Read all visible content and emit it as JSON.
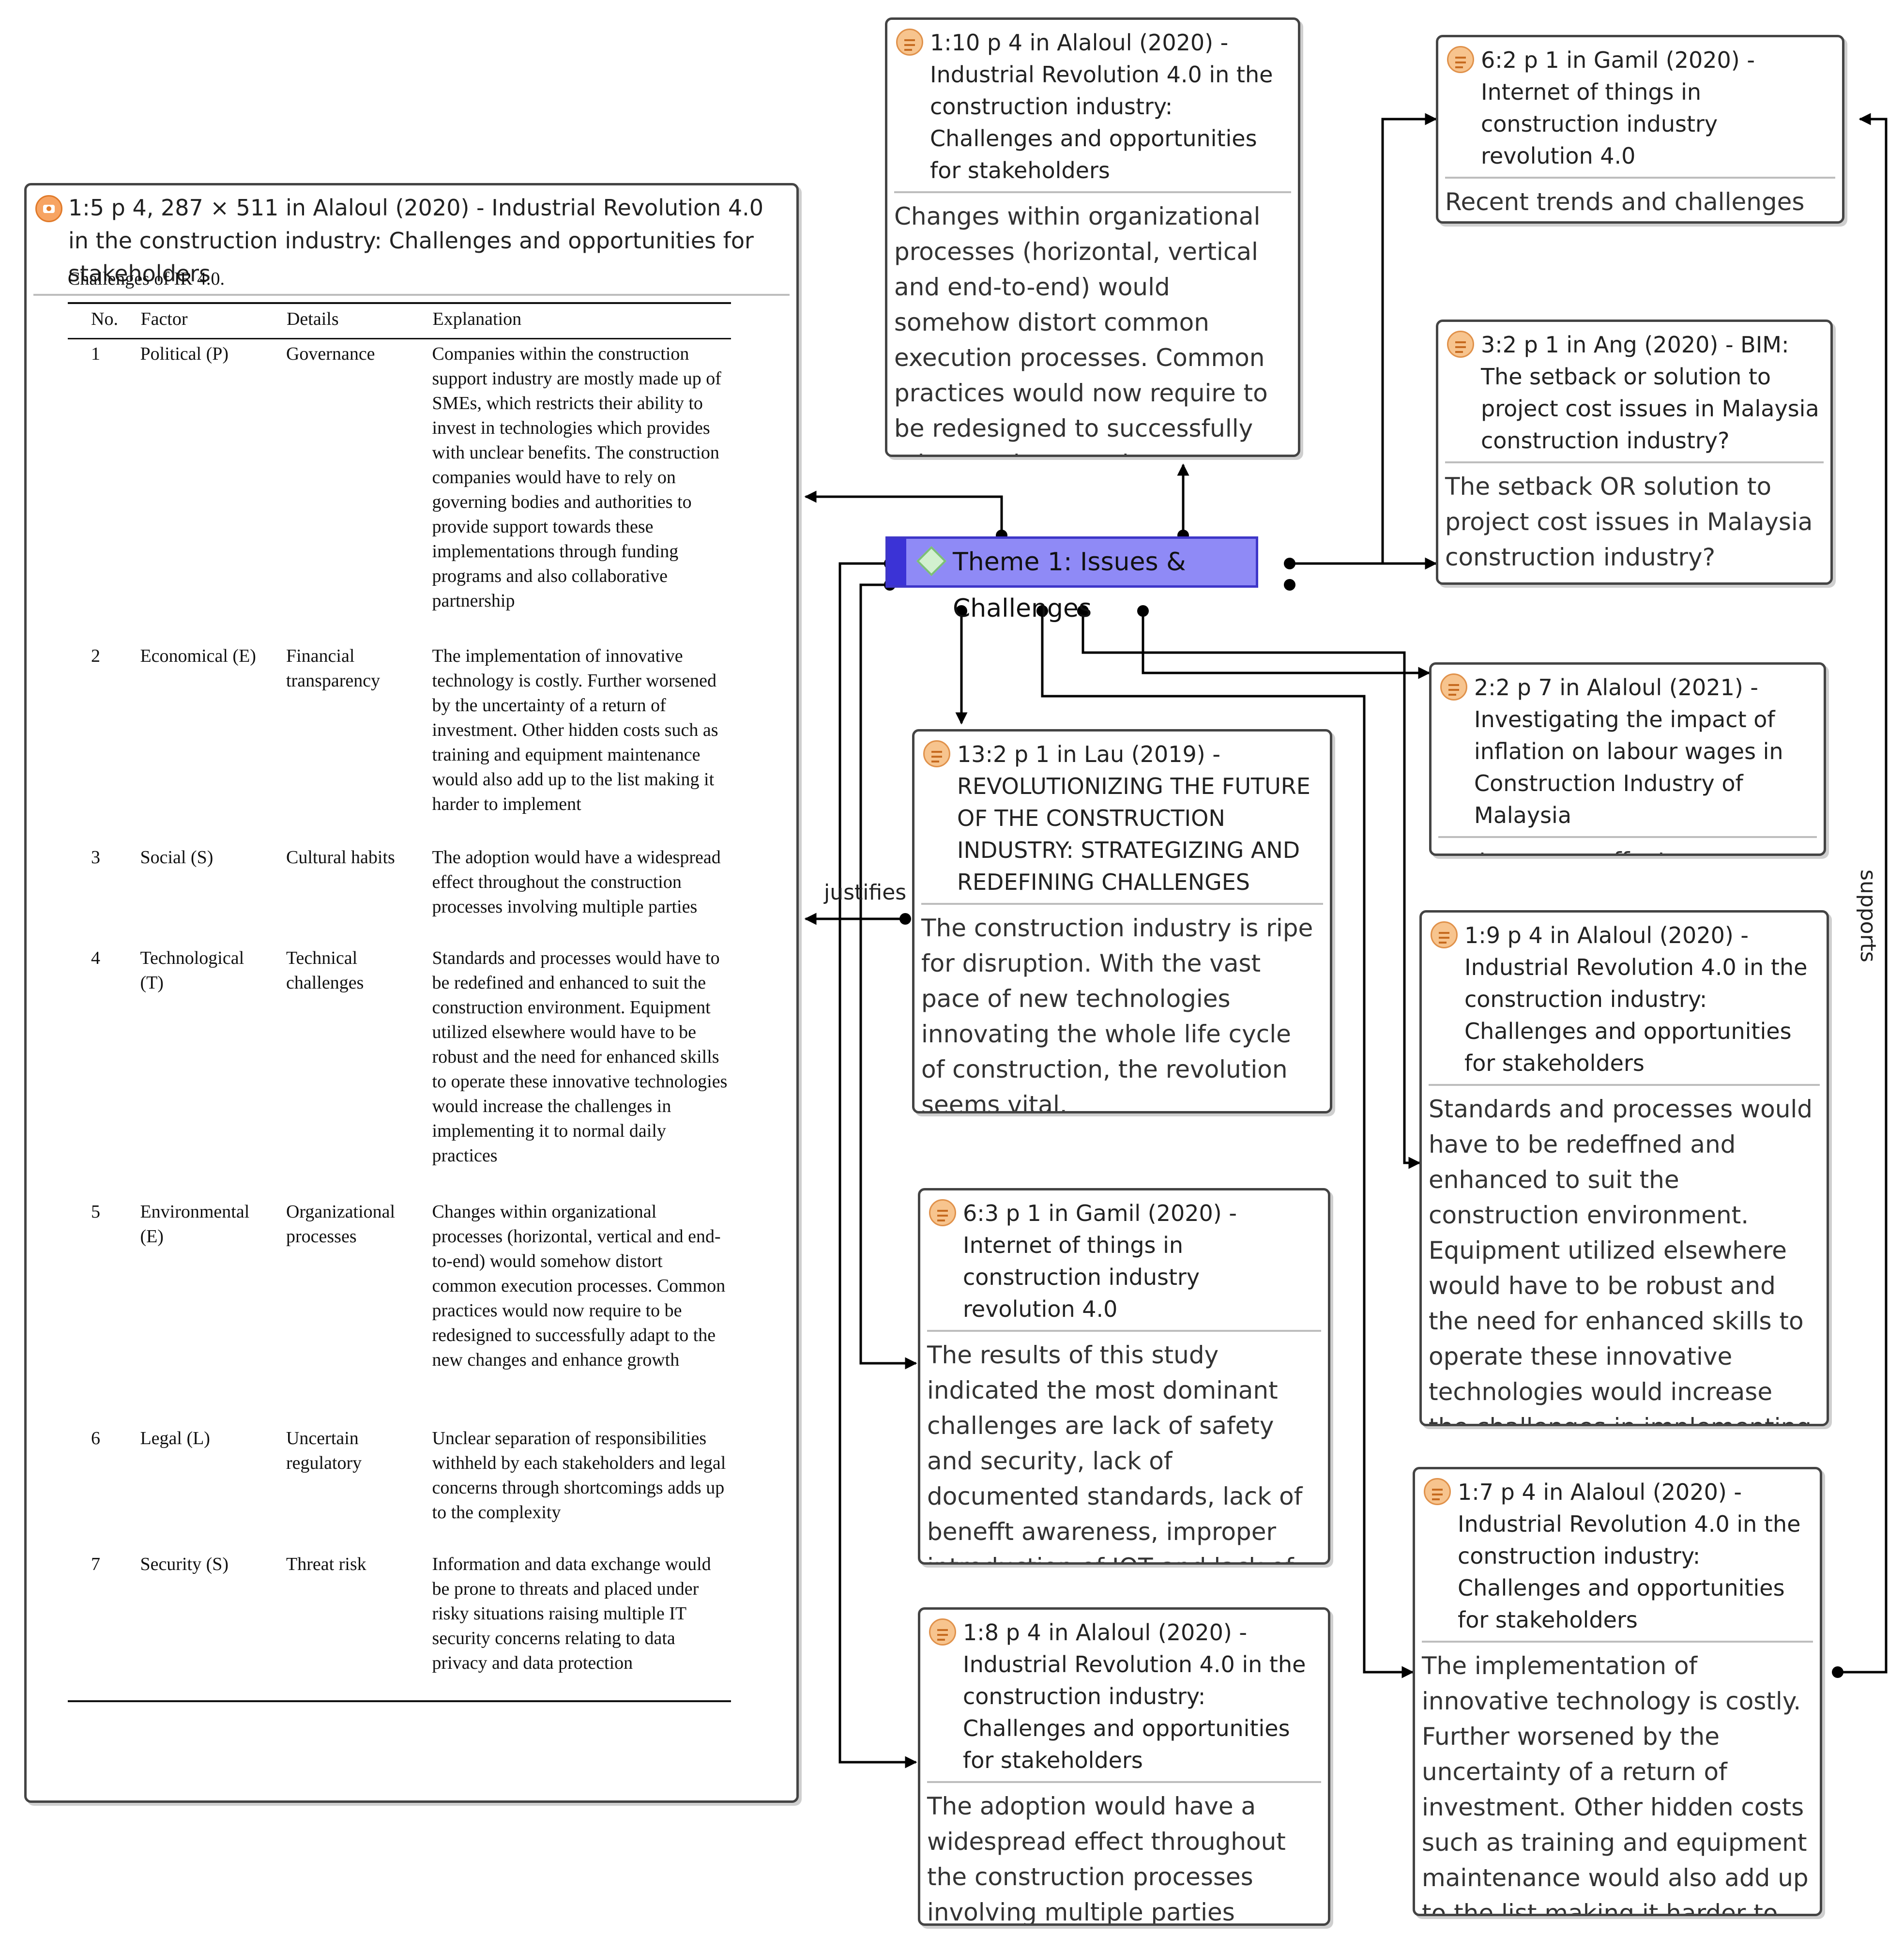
{
  "theme": {
    "label": "Theme 1: Issues & Challenges"
  },
  "link_labels": {
    "justifies": "justifies",
    "supports": "supports"
  },
  "image_quote": {
    "header": "1:5 p 4, 287 × 511 in Alaloul (2020) - Industrial Revolution 4.0 in the construction industry: Challenges and opportunities for stakeholders",
    "caption": "Challenges of IR 4.0.",
    "columns": [
      "No.",
      "Factor",
      "Details",
      "Explanation"
    ],
    "rows": [
      {
        "no": "1",
        "factor": "Political (P)",
        "details": "Governance",
        "explanation": "Companies within the construction support industry are mostly made up of SMEs, which restricts their ability to invest in technologies which provides with unclear benefits. The construction companies would have to rely on governing bodies and authorities to provide support towards these implementations through funding programs and also collaborative partnership"
      },
      {
        "no": "2",
        "factor": "Economical (E)",
        "details": "Financial transparency",
        "explanation": "The implementation of innovative technology is costly. Further worsened by the uncertainty of a return of investment. Other hidden costs such as training and equipment maintenance would also add up to the list making it harder to implement"
      },
      {
        "no": "3",
        "factor": "Social (S)",
        "details": "Cultural habits",
        "explanation": "The adoption would have a widespread effect throughout the construction processes involving multiple parties"
      },
      {
        "no": "4",
        "factor": "Technological (T)",
        "details": "Technical challenges",
        "explanation": "Standards and processes would have to be redefined and enhanced to suit the construction environment. Equipment utilized elsewhere would have to be robust and the need for enhanced skills to operate these innovative technologies would increase the challenges in implementing it to normal daily practices"
      },
      {
        "no": "5",
        "factor": "Environmental (E)",
        "details": "Organizational processes",
        "explanation": "Changes within organizational processes (horizontal, vertical and end-to-end) would somehow distort common execution processes. Common practices would now require to be redesigned to successfully adapt to the new changes and enhance growth"
      },
      {
        "no": "6",
        "factor": "Legal (L)",
        "details": "Uncertain regulatory",
        "explanation": "Unclear separation of responsibilities withheld by each stakeholders and legal concerns through shortcomings adds up to the complexity"
      },
      {
        "no": "7",
        "factor": "Security (S)",
        "details": "Threat risk",
        "explanation": "Information and data exchange would be prone to threats and placed under risky situations raising multiple IT security concerns relating to data privacy and data protection"
      }
    ]
  },
  "quotes": {
    "q110": {
      "header": "1:10 p 4 in Alaloul (2020) - Industrial Revolution 4.0 in the construction industry: Challenges and opportunities for stakeholders",
      "body": "Changes within organizational processes (horizontal, vertical and end-to-end) would somehow  distort common execution  processes. Common practices  would now require to be  redesigned to successfully adapt to  the new chan..."
    },
    "q62": {
      "header": "6:2 p 1 in Gamil (2020) - Internet of things in construction industry revolution 4.0",
      "body": "Recent trends and challenges in th..."
    },
    "q32": {
      "header": "3:2 p 1 in Ang (2020) - BIM: The setback or solution to project cost issues in Malaysia construction industry?",
      "body": "The setback OR solution to project cost issues in Malaysia  construction industry?"
    },
    "q22": {
      "header": "2:2 p 7 in Alaloul (2021) - Investigating the impact of inflation on labour wages in Construction Industry of Malaysia",
      "body": "cost overrun effect"
    },
    "q132": {
      "header": "13:2 p 1 in Lau (2019) - REVOLUTIONIZING THE FUTURE OF THE CONSTRUCTION INDUSTRY: STRATEGIZING AND REDEFINING CHALLENGES",
      "body": "The construction industry is ripe for disruption. With the vast pace of new technologies innovating the   whole life cycle of construction, the revolution seems vital."
    },
    "q19": {
      "header": "1:9 p 4 in Alaloul (2020) - Industrial Revolution 4.0 in the construction industry: Challenges and opportunities for stakeholders",
      "body": "Standards and processes would have to be redeffned and enhanced to suit the construction environment. Equipment utilized elsewhere would have to be robust and the need for enhanced skills to operate these innovative technologies would increase the challenges in implementing it to normal daily practice"
    },
    "q63": {
      "header": "6:3 p 1 in Gamil (2020) - Internet of things in construction industry revolution 4.0",
      "body": "The results of this study indicated the most dominant challenges are lack of safety and  security, lack of documented standards, lack of benefft awareness, improper introduction of IOT and  lack of robustness in connectivity."
    },
    "q17": {
      "header": "1:7 p 4 in Alaloul (2020) - Industrial Revolution 4.0 in the construction industry: Challenges and opportunities for stakeholders",
      "body": "The implementation of innovative technology is costly. Further worsened by the uncertainty of a return of investment. Other hidden costs such as training and equipment maintenance would  also add up to the list making it  harder to implement"
    },
    "q18": {
      "header": "1:8 p 4 in Alaloul (2020) - Industrial Revolution 4.0 in the construction industry: Challenges and opportunities for stakeholders",
      "body": "The adoption would have a widespread effect throughout the construction processes involving multiple parties"
    }
  },
  "colors": {
    "theme_fill": "#8f8af6",
    "theme_border": "#3e36c8",
    "quote_icon": "#f7c48e",
    "edge": "#000000"
  }
}
